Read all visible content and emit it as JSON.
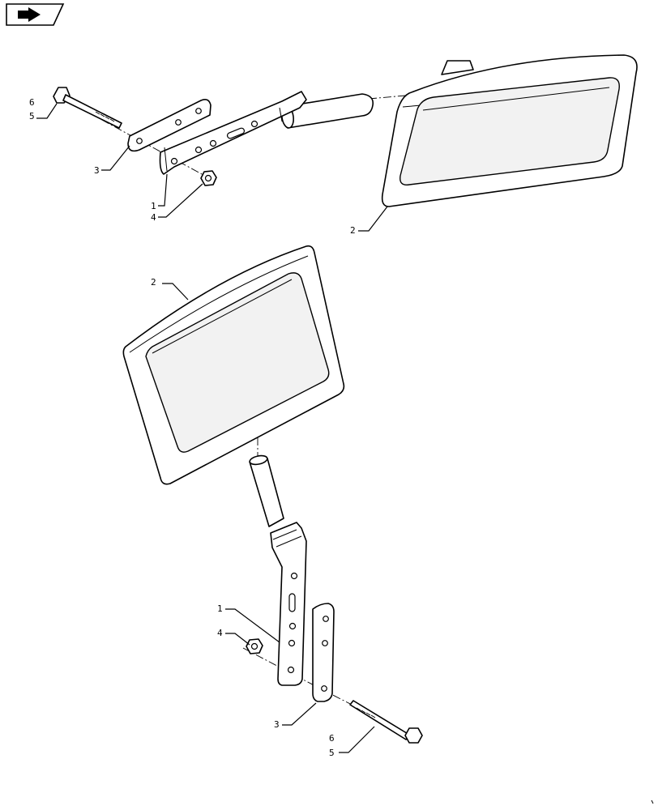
{
  "nav_icon": "navigate-forward-icon",
  "callouts": {
    "top": {
      "c6": "6",
      "c5": "5",
      "c3": "3",
      "c1": "1",
      "c4": "4",
      "c2": "2"
    },
    "bottom": {
      "c2": "2",
      "c1": "1",
      "c4": "4",
      "c3": "3",
      "c6": "6",
      "c5": "5"
    }
  }
}
